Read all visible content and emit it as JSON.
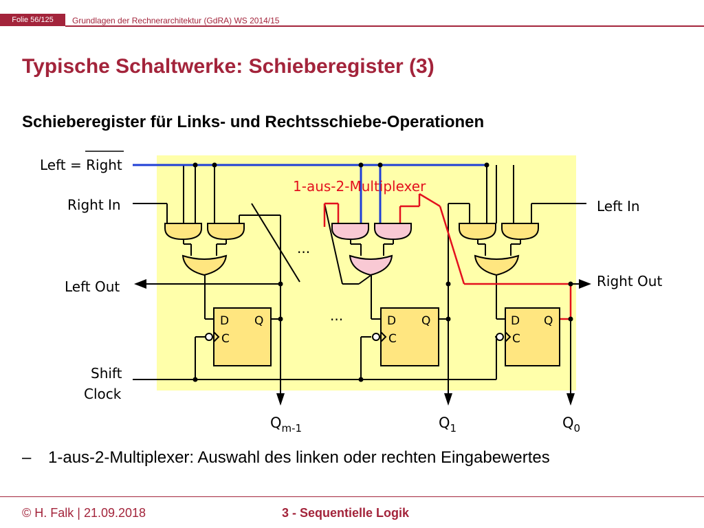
{
  "header": {
    "slide_number": "Folie 56/125",
    "course": "Grundlagen der Rechnerarchitektur (GdRA) WS 2014/15"
  },
  "slide": {
    "title": "Typische Schaltwerke: Schieberegister (3)",
    "subtitle": "Schieberegister für Links- und Rechtsschiebe-Operationen"
  },
  "diagram": {
    "label_left_right_a": "Left = ",
    "label_left_right_b": "Right",
    "label_right_in": "Right In",
    "label_left_out": "Left Out",
    "label_shift": "Shift",
    "label_clock": "Clock",
    "label_left_in": "Left In",
    "label_right_out": "Right Out",
    "label_mux": "1-aus-2-Multiplexer",
    "ellipsis": "...",
    "ff_d": "D",
    "ff_q": "Q",
    "ff_c": "C",
    "out_q_letter": "Q",
    "out_qm1_sub": "m-1",
    "out_q1_sub": "1",
    "out_q0_sub": "0"
  },
  "bullet": {
    "dash": "–",
    "text": "1-aus-2-Multiplexer: Auswahl des linken oder rechten Eingabewertes"
  },
  "footer": {
    "author": "© H. Falk | 21.09.2018",
    "chapter": "3 - Sequentielle Logik"
  },
  "colors": {
    "accent": "#a3243b",
    "panel": "#ffffaa",
    "gate_yellow": "#ffe680",
    "gate_pink": "#f9c9d4",
    "wire_blue": "#1f3fd6",
    "wire_red": "#e3101e"
  }
}
